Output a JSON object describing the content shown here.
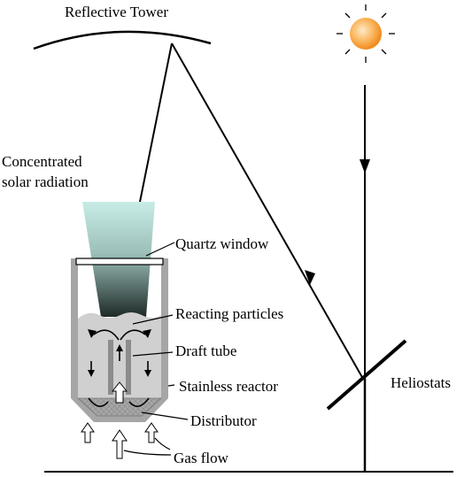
{
  "labels": {
    "reflective_tower": "Reflective Tower",
    "concentrated_line1": "Concentrated",
    "concentrated_line2": "solar radiation",
    "quartz_window": "Quartz window",
    "reacting_particles": "Reacting particles",
    "draft_tube": "Draft tube",
    "stainless_reactor": "Stainless reactor",
    "heliostats": "Heliostats",
    "distributor": "Distributor",
    "gas_flow": "Gas flow"
  },
  "colors": {
    "line": "#000000",
    "beam_top": "#c8ece6",
    "beam_bottom": "#1e2a28",
    "reactor_wall": "#a6a6a6",
    "particles": "#cfcfcf",
    "sun_outer": "#f6a23c",
    "sun_inner": "#ffe9c8"
  }
}
